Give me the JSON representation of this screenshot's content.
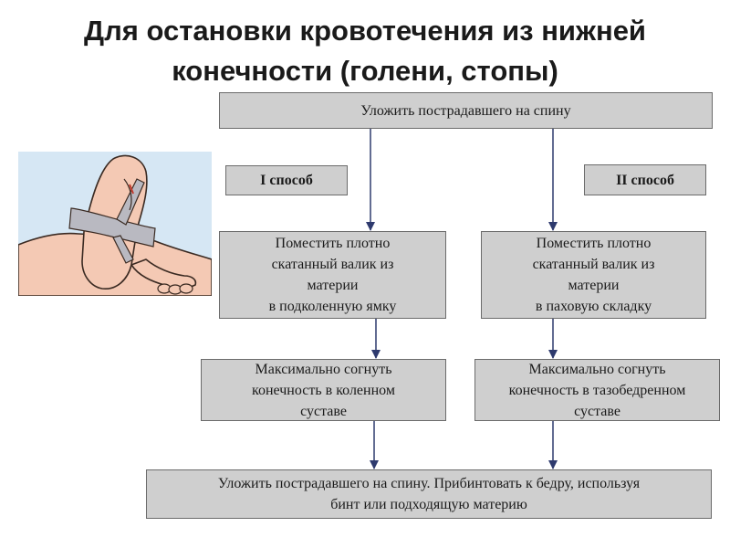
{
  "title": {
    "line1": "Для остановки кровотечения из нижней",
    "line2": "конечности (голени, стопы)"
  },
  "top_box": "Уложить пострадавшего на спину",
  "method1_label": "I способ",
  "method2_label": "II способ",
  "method1_steps": {
    "step1": [
      "Поместить плотно",
      "скатанный валик из",
      "материи",
      "в подколенную ямку"
    ],
    "step2": [
      "Максимально согнуть",
      "конечность в коленном",
      "суставе"
    ]
  },
  "method2_steps": {
    "step1": [
      "Поместить плотно",
      "скатанный валик из",
      "материи",
      "в паховую складку"
    ],
    "step2": [
      "Максимально согнуть",
      "конечность в тазобедренном",
      "суставе"
    ]
  },
  "bottom_box": [
    "Уложить пострадавшего на спину. Прибинтовать к бедру, используя",
    "бинт или подходящую материю"
  ],
  "colors": {
    "box_fill": "#cfcfcf",
    "box_border": "#6b6b6b",
    "arrow": "#2e3a6e",
    "skin": "#f4c9b4",
    "bandage": "#b9b9c1"
  }
}
